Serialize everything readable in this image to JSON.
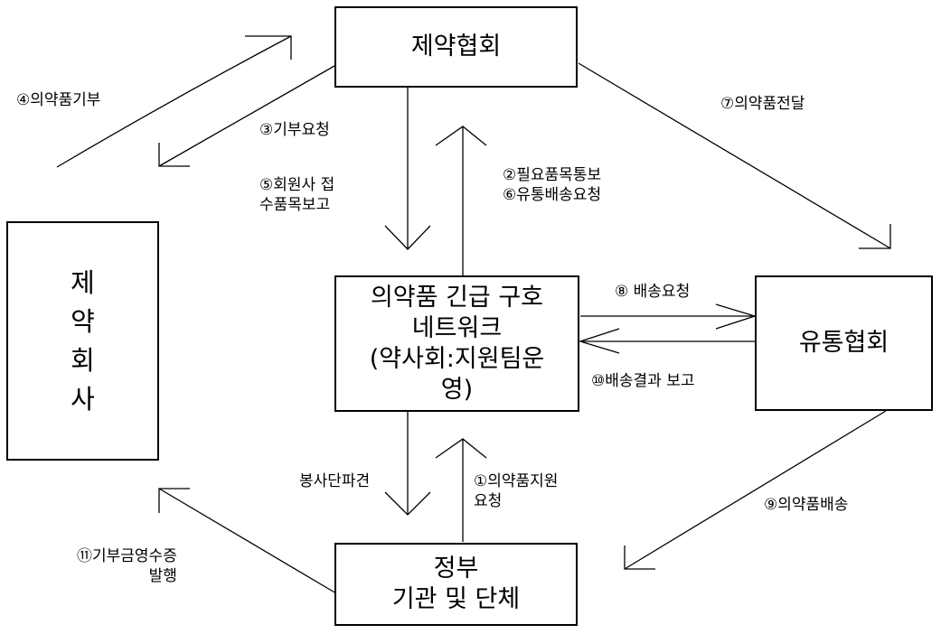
{
  "nodes": {
    "pharma_association": "제약협회",
    "pharma_company": "제\n약\n회\n사",
    "network": "의약품 긴급 구호\n네트워크\n(약사회:지원팀운\n영)",
    "distribution_association": "유통협회",
    "government": "정부\n기관 및 단체"
  },
  "edges": {
    "donate": "④의약품기부",
    "request_donation": "③기부요청",
    "report_items": "⑤회원사 접\n수품목보고",
    "notify_items": "②필요품목통보\n⑥유통배송요청",
    "deliver_drugs": "⑦의약품전달",
    "request_delivery": "⑧ 배송요청",
    "report_delivery": "⑩배송결과 보고",
    "dispatch_volunteers": "봉사단파견",
    "request_support": "①의약품지원\n요청",
    "ship_drugs": "⑨의약품배송",
    "issue_receipt": "⑪기부금영수증\n발행"
  }
}
